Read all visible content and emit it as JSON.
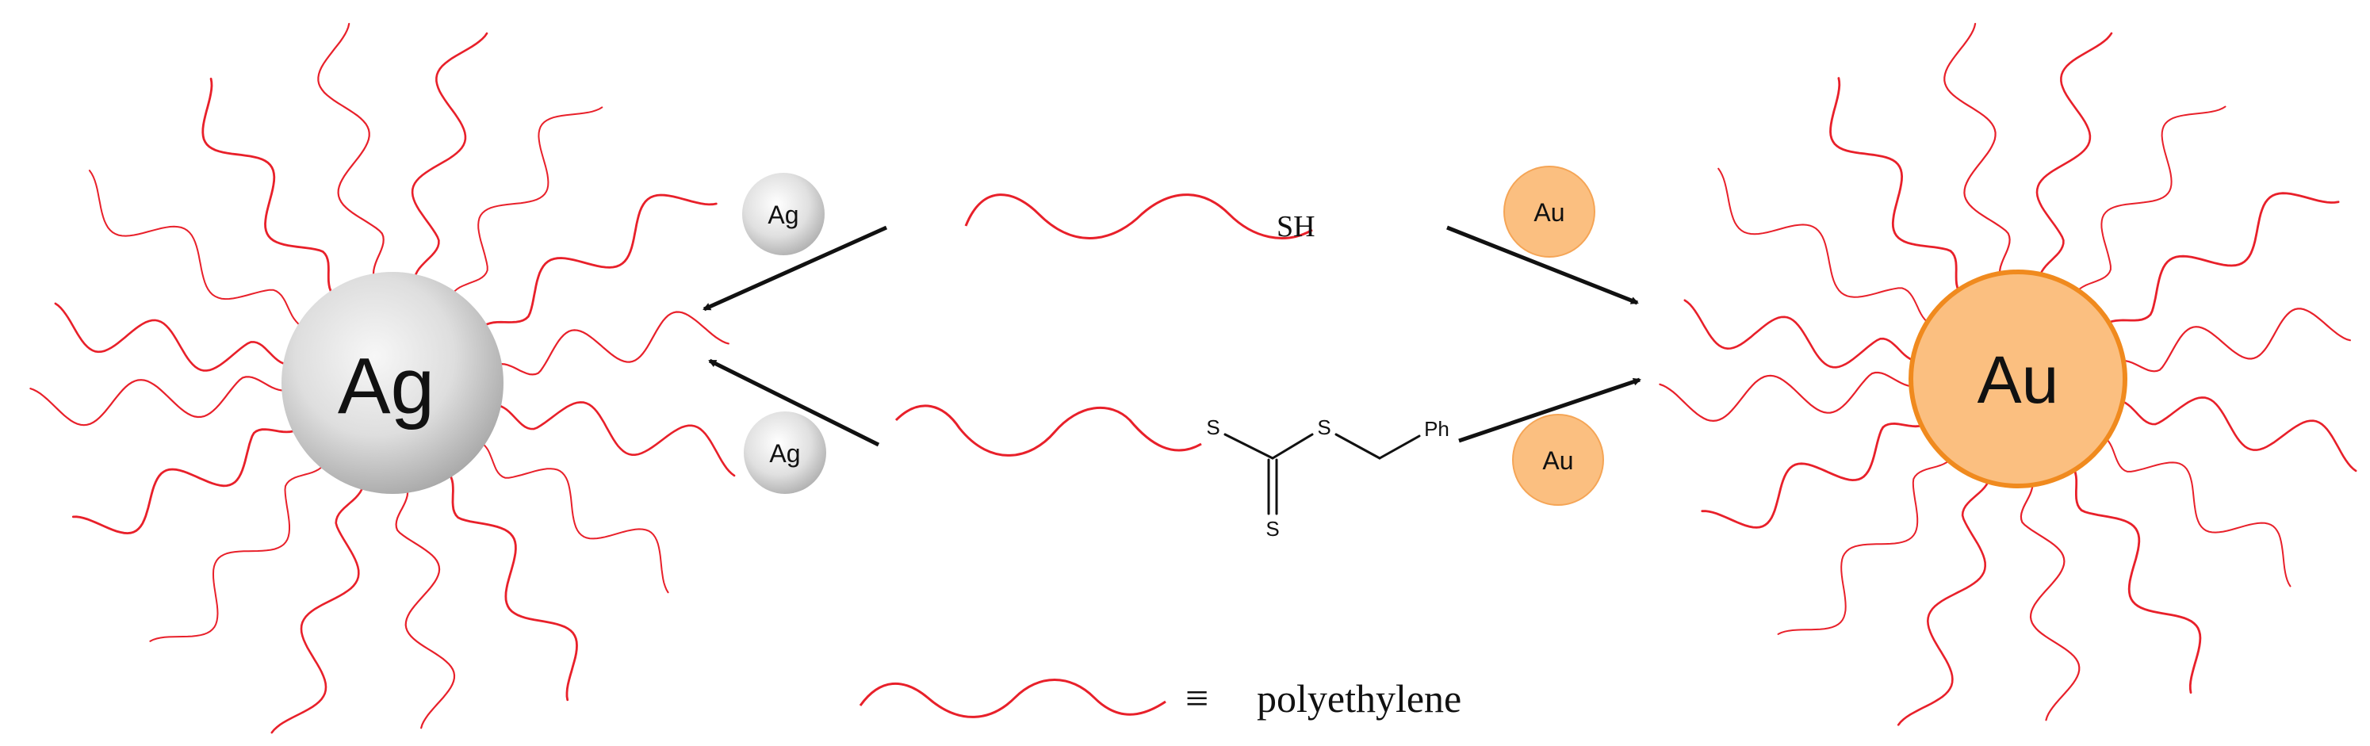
{
  "particles": {
    "ag_large": "Ag",
    "au_large": "Au",
    "ag_reagent_top": "Ag",
    "ag_reagent_bottom": "Ag",
    "au_reagent_top": "Au",
    "au_reagent_bottom": "Au"
  },
  "thiol": {
    "group": "SH"
  },
  "trithiocarbonate": {
    "s1": "S",
    "s2": "S",
    "s3": "S",
    "ph": "Ph"
  },
  "legend": {
    "equiv_symbol": "≡",
    "label": "polyethylene"
  },
  "colors": {
    "polymer": "#e8202a",
    "silver_light": "#f7f7f7",
    "silver_dark": "#a8a8a8",
    "gold_fill": "#fbbf80",
    "gold_stroke": "#f08a1e"
  }
}
